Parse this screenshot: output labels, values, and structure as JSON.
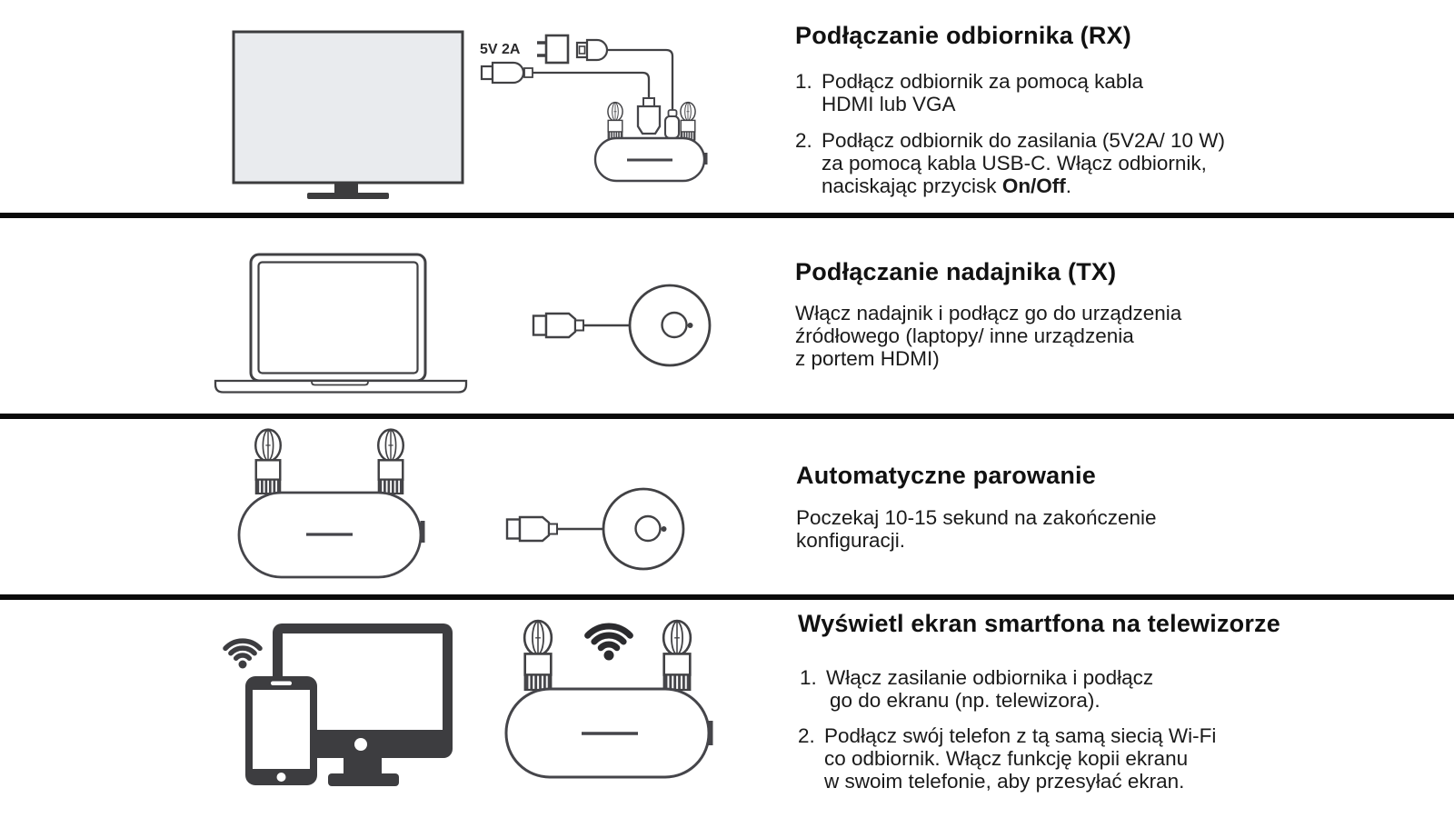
{
  "colors": {
    "ink": "#161616",
    "line_art": "#414144",
    "solid_icon": "#3d3d40",
    "tv_screen_fill": "#e9ebee",
    "divider": "#0a0a0a"
  },
  "section1": {
    "title": "Podłączanie odbiornika (RX)",
    "adapter_label": "5V 2A",
    "step1_num": "1.",
    "step1_line1": "Podłącz odbiornik za pomocą kabla",
    "step1_line2": "HDMI lub VGA",
    "step2_num": "2.",
    "step2_line1": "Podłącz odbiornik do zasilania (5V2A/ 10 W)",
    "step2_line2": "za pomocą kabla USB-C. Włącz odbiornik,",
    "step2_line3_pre": "naciskając przycisk ",
    "step2_line3_bold": "On/Off",
    "step2_line3_post": "."
  },
  "section2": {
    "title": "Podłączanie nadajnika (TX)",
    "body_line1": "Włącz nadajnik i podłącz go do urządzenia",
    "body_line2": "źródłowego (laptopy/ inne urządzenia",
    "body_line3": "z portem HDMI)"
  },
  "section3": {
    "title": "Automatyczne parowanie",
    "body_line1": "Poczekaj 10-15 sekund na zakończenie",
    "body_line2": "konfiguracji."
  },
  "section4": {
    "title": "Wyświetl ekran smartfona na telewizorze",
    "step1_num": "1.",
    "step1_line1": "Włącz zasilanie odbiornika i podłącz",
    "step1_line2": "go do ekranu (np. telewizora).",
    "step2_num": "2.",
    "step2_line1": "Podłącz swój telefon z tą samą siecią Wi-Fi",
    "step2_line2": "co odbiornik. Włącz funkcję kopii ekranu",
    "step2_line3": "w swoim telefonie, aby przesyłać ekran."
  }
}
